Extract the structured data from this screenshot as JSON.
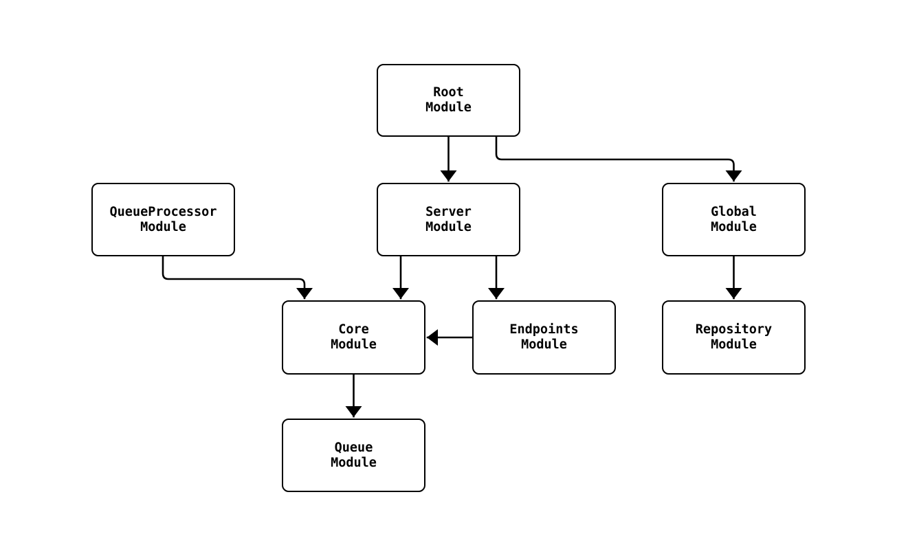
{
  "diagram": {
    "type": "module-dependency-flowchart",
    "background_color": "#ffffff",
    "stroke_color": "#000000",
    "node_fill_color": "#ffffff",
    "nodes": [
      {
        "id": "root",
        "line1": "Root",
        "line2": "Module"
      },
      {
        "id": "queueprocessor",
        "line1": "QueueProcessor",
        "line2": "Module"
      },
      {
        "id": "server",
        "line1": "Server",
        "line2": "Module"
      },
      {
        "id": "global",
        "line1": "Global",
        "line2": "Module"
      },
      {
        "id": "core",
        "line1": "Core",
        "line2": "Module"
      },
      {
        "id": "endpoints",
        "line1": "Endpoints",
        "line2": "Module"
      },
      {
        "id": "repository",
        "line1": "Repository",
        "line2": "Module"
      },
      {
        "id": "queue",
        "line1": "Queue",
        "line2": "Module"
      }
    ],
    "edges": [
      {
        "from": "Root Module",
        "to": "Server Module"
      },
      {
        "from": "Root Module",
        "to": "Global Module"
      },
      {
        "from": "QueueProcessor Module",
        "to": "Core Module"
      },
      {
        "from": "Server Module",
        "to": "Core Module"
      },
      {
        "from": "Server Module",
        "to": "Endpoints Module"
      },
      {
        "from": "Endpoints Module",
        "to": "Core Module"
      },
      {
        "from": "Global Module",
        "to": "Repository Module"
      },
      {
        "from": "Core Module",
        "to": "Queue Module"
      }
    ]
  }
}
